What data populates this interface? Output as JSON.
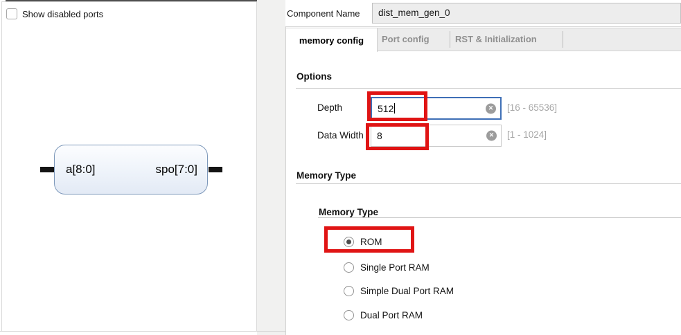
{
  "colors": {
    "annotation_red": "#e01414",
    "focus_blue": "#3e6fb6"
  },
  "icons": {
    "clear": "×"
  },
  "left_panel": {
    "show_disabled_ports": "Show disabled ports",
    "block_diagram": {
      "input_port": "a[8:0]",
      "output_port": "spo[7:0]"
    }
  },
  "header": {
    "component_name_label": "Component Name",
    "component_name_value": "dist_mem_gen_0"
  },
  "tabs": [
    {
      "label": "memory config",
      "active": true
    },
    {
      "label": "Port config",
      "active": false
    },
    {
      "label": "RST & Initialization",
      "active": false
    }
  ],
  "options": {
    "heading": "Options",
    "depth": {
      "label": "Depth",
      "value": "512",
      "range": "[16 - 65536]"
    },
    "data_width": {
      "label": "Data Width",
      "value": "8",
      "range": "[1 - 1024]"
    }
  },
  "memory_type": {
    "heading": "Memory Type",
    "sub_heading": "Memory Type",
    "options": [
      {
        "label": "ROM",
        "selected": true
      },
      {
        "label": "Single Port RAM",
        "selected": false
      },
      {
        "label": "Simple Dual Port RAM",
        "selected": false
      },
      {
        "label": "Dual Port RAM",
        "selected": false
      }
    ]
  }
}
